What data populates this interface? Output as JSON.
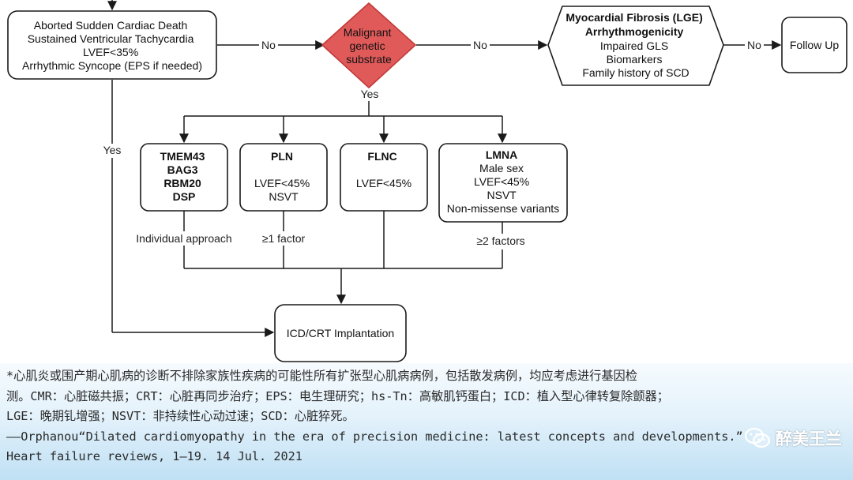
{
  "nodes": {
    "criteria": {
      "lines": [
        "Aborted Sudden Cardiac Death",
        "Sustained Ventricular Tachycardia",
        "LVEF<35%",
        "Arrhythmic Syncope (EPS if needed)"
      ]
    },
    "malignant": {
      "lines": [
        "Malignant",
        "genetic",
        "substrate"
      ]
    },
    "fibrosis": {
      "bold_lines": [
        "Myocardial Fibrosis (LGE)",
        "Arrhythmogenicity"
      ],
      "lines": [
        "Impaired GLS",
        "Biomarkers",
        "Family history of SCD"
      ]
    },
    "followup": {
      "label": "Follow Up"
    },
    "tmem": {
      "bold_lines": [
        "TMEM43",
        "BAG3",
        "RBM20",
        "DSP"
      ]
    },
    "pln": {
      "title": "PLN",
      "lines": [
        "LVEF<45%",
        "NSVT"
      ]
    },
    "flnc": {
      "title": "FLNC",
      "lines": [
        "LVEF<45%"
      ]
    },
    "lmna": {
      "title": "LMNA",
      "lines": [
        "Male sex",
        "LVEF<45%",
        "NSVT",
        "Non-missense variants"
      ]
    },
    "icd": {
      "label": "ICD/CRT Implantation"
    }
  },
  "edge_labels": {
    "no1": "No",
    "no2": "No",
    "no3": "No",
    "yes_main": "Yes",
    "yes_left": "Yes",
    "individual": "Individual approach",
    "one_factor": "≥1 factor",
    "two_factors": "≥2 factors"
  },
  "colors": {
    "diamond_fill": "#e05a5a",
    "diamond_stroke": "#c23a3a",
    "stroke": "#1a1a1a"
  },
  "footnote": {
    "lines": [
      "*心肌炎或围产期心肌病的诊断不排除家族性疾病的可能性所有扩张型心肌病病例，包括散发病例，均应考虑进行基因检",
      "测。CMR：心脏磁共振；CRT：心脏再同步治疗；EPS：电生理研究；hs-Tn：高敏肌钙蛋白；ICD：植入型心律转复除颤器；",
      "LGE：晚期钆增强；NSVT：非持续性心动过速；SCD：心脏猝死。",
      "——Orphanou“Dilated cardiomyopathy in the era of precision medicine: latest concepts and developments.”",
      "Heart failure reviews, 1–19. 14 Jul. 2021"
    ]
  },
  "watermark": {
    "text": "醉美王兰",
    "icon": "wechat-icon"
  }
}
